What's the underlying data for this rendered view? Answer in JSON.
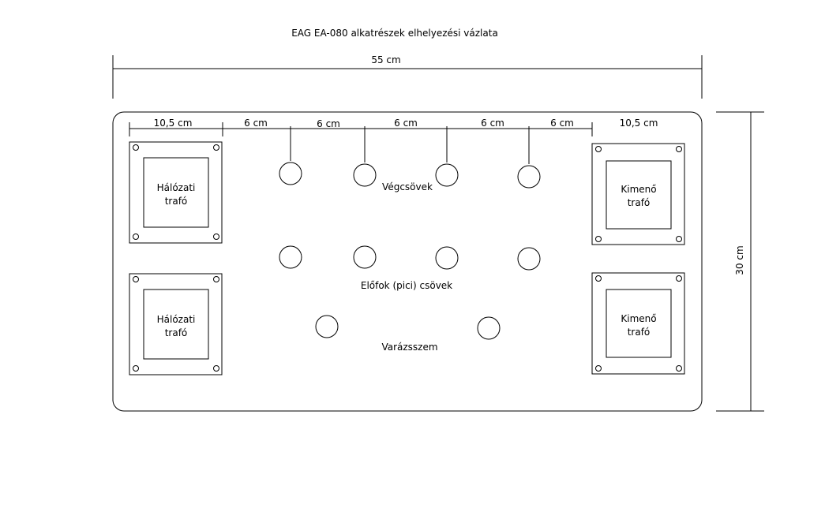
{
  "title": "EAG EA-080 alkatrészek elhelyezési vázlata",
  "dimensions": {
    "total_width": "55 cm",
    "total_height": "30 cm",
    "segments": [
      "10,5 cm",
      "6 cm",
      "6 cm",
      "6 cm",
      "6 cm",
      "6 cm",
      "10,5 cm"
    ]
  },
  "transformers": {
    "mains_line1": "Hálózati",
    "mains_line2": "trafó",
    "output_line1": "Kimenő",
    "output_line2": "trafó"
  },
  "labels": {
    "power_tubes": "Végcsövek",
    "preamp_tubes": "Előfok (pici) csövek",
    "magic_eye": "Varázsszem"
  }
}
